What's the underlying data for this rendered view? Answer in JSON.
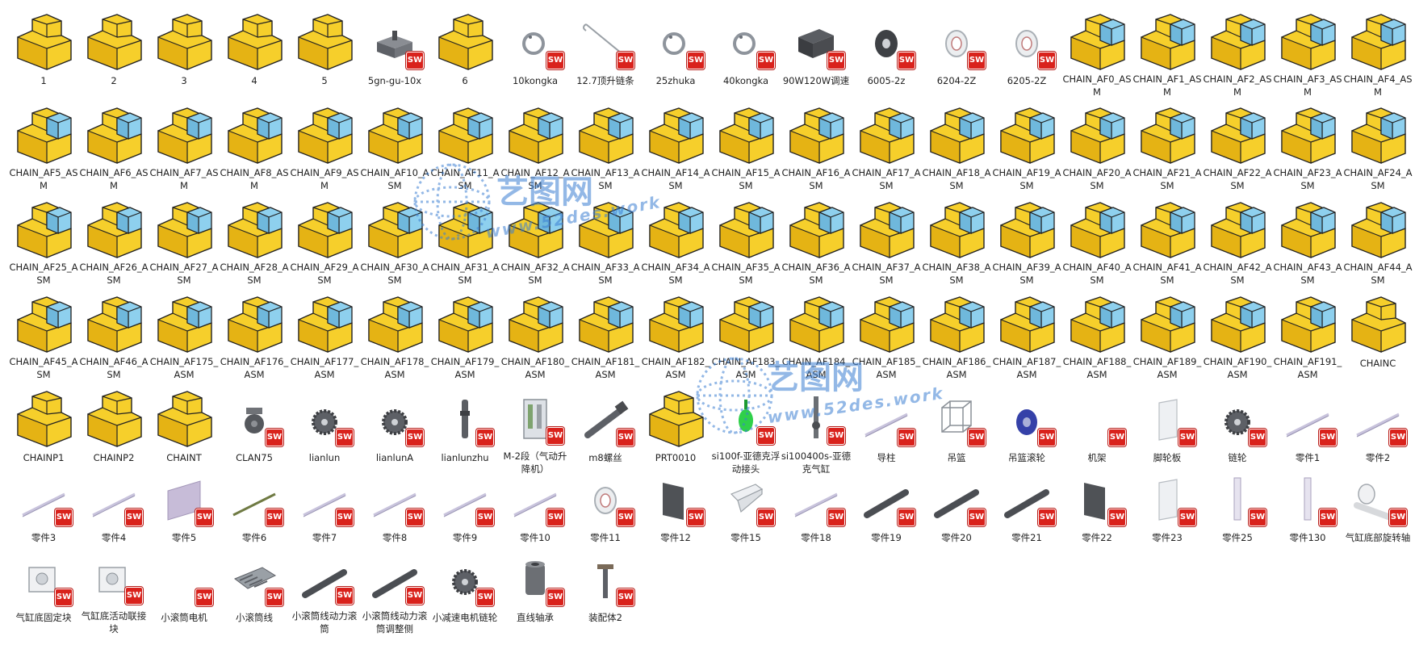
{
  "colors": {
    "folder_yellow": "#f6cf2b",
    "folder_side": "#e5b314",
    "cube_blue": "#8ed0ee",
    "badge_red": "#d9221c",
    "watermark_blue": "#3b7fd3"
  },
  "watermark": {
    "title": "艺图网",
    "url": "www.52des.work"
  },
  "rows": [
    [
      {
        "label": "1",
        "icon": "assembly-folder"
      },
      {
        "label": "2",
        "icon": "assembly-folder"
      },
      {
        "label": "3",
        "icon": "assembly-folder"
      },
      {
        "label": "4",
        "icon": "assembly-folder"
      },
      {
        "label": "5",
        "icon": "assembly-folder"
      },
      {
        "label": "5gn-gu-10x",
        "icon": "part-block",
        "badge": "SW"
      },
      {
        "label": "6",
        "icon": "assembly-folder"
      },
      {
        "label": "10kongka",
        "icon": "part-ring",
        "badge": "SW"
      },
      {
        "label": "12.7顶升链条",
        "icon": "part-chain",
        "badge": "SW"
      },
      {
        "label": "25zhuka",
        "icon": "part-ring",
        "badge": "SW"
      },
      {
        "label": "40kongka",
        "icon": "part-ring",
        "badge": "SW"
      },
      {
        "label": "90W120W调速",
        "icon": "part-motor",
        "badge": "SW"
      },
      {
        "label": "6005-2z",
        "icon": "part-bearing-dark",
        "badge": "SW"
      },
      {
        "label": "6204-2Z",
        "icon": "part-bearing",
        "badge": "SW"
      },
      {
        "label": "6205-2Z",
        "icon": "part-bearing",
        "badge": "SW"
      },
      {
        "label": "CHAIN_AF0_ASM",
        "icon": "assembly-cube"
      },
      {
        "label": "CHAIN_AF1_ASM",
        "icon": "assembly-cube"
      },
      {
        "label": "CHAIN_AF2_ASM",
        "icon": "assembly-cube"
      },
      {
        "label": "CHAIN_AF3_ASM",
        "icon": "assembly-cube"
      },
      {
        "label": "CHAIN_AF4_ASM",
        "icon": "assembly-cube"
      }
    ],
    [
      {
        "label": "CHAIN_AF5_ASM",
        "icon": "assembly-cube"
      },
      {
        "label": "CHAIN_AF6_ASM",
        "icon": "assembly-cube"
      },
      {
        "label": "CHAIN_AF7_ASM",
        "icon": "assembly-cube"
      },
      {
        "label": "CHAIN_AF8_ASM",
        "icon": "assembly-cube"
      },
      {
        "label": "CHAIN_AF9_ASM",
        "icon": "assembly-cube"
      },
      {
        "label": "CHAIN_AF10_ASM",
        "icon": "assembly-cube"
      },
      {
        "label": "CHAIN_AF11_ASM",
        "icon": "assembly-cube"
      },
      {
        "label": "CHAIN_AF12_ASM",
        "icon": "assembly-cube"
      },
      {
        "label": "CHAIN_AF13_ASM",
        "icon": "assembly-cube"
      },
      {
        "label": "CHAIN_AF14_ASM",
        "icon": "assembly-cube"
      },
      {
        "label": "CHAIN_AF15_ASM",
        "icon": "assembly-cube"
      },
      {
        "label": "CHAIN_AF16_ASM",
        "icon": "assembly-cube"
      },
      {
        "label": "CHAIN_AF17_ASM",
        "icon": "assembly-cube"
      },
      {
        "label": "CHAIN_AF18_ASM",
        "icon": "assembly-cube"
      },
      {
        "label": "CHAIN_AF19_ASM",
        "icon": "assembly-cube"
      },
      {
        "label": "CHAIN_AF20_ASM",
        "icon": "assembly-cube"
      },
      {
        "label": "CHAIN_AF21_ASM",
        "icon": "assembly-cube"
      },
      {
        "label": "CHAIN_AF22_ASM",
        "icon": "assembly-cube"
      },
      {
        "label": "CHAIN_AF23_ASM",
        "icon": "assembly-cube"
      },
      {
        "label": "CHAIN_AF24_ASM",
        "icon": "assembly-cube"
      }
    ],
    [
      {
        "label": "CHAIN_AF25_ASM",
        "icon": "assembly-cube"
      },
      {
        "label": "CHAIN_AF26_ASM",
        "icon": "assembly-cube"
      },
      {
        "label": "CHAIN_AF27_ASM",
        "icon": "assembly-cube"
      },
      {
        "label": "CHAIN_AF28_ASM",
        "icon": "assembly-cube"
      },
      {
        "label": "CHAIN_AF29_ASM",
        "icon": "assembly-cube"
      },
      {
        "label": "CHAIN_AF30_ASM",
        "icon": "assembly-cube"
      },
      {
        "label": "CHAIN_AF31_ASM",
        "icon": "assembly-cube"
      },
      {
        "label": "CHAIN_AF32_ASM",
        "icon": "assembly-cube"
      },
      {
        "label": "CHAIN_AF33_ASM",
        "icon": "assembly-cube"
      },
      {
        "label": "CHAIN_AF34_ASM",
        "icon": "assembly-cube"
      },
      {
        "label": "CHAIN_AF35_ASM",
        "icon": "assembly-cube"
      },
      {
        "label": "CHAIN_AF36_ASM",
        "icon": "assembly-cube"
      },
      {
        "label": "CHAIN_AF37_ASM",
        "icon": "assembly-cube"
      },
      {
        "label": "CHAIN_AF38_ASM",
        "icon": "assembly-cube"
      },
      {
        "label": "CHAIN_AF39_ASM",
        "icon": "assembly-cube"
      },
      {
        "label": "CHAIN_AF40_ASM",
        "icon": "assembly-cube"
      },
      {
        "label": "CHAIN_AF41_ASM",
        "icon": "assembly-cube"
      },
      {
        "label": "CHAIN_AF42_ASM",
        "icon": "assembly-cube"
      },
      {
        "label": "CHAIN_AF43_ASM",
        "icon": "assembly-cube"
      },
      {
        "label": "CHAIN_AF44_ASM",
        "icon": "assembly-cube"
      }
    ],
    [
      {
        "label": "CHAIN_AF45_ASM",
        "icon": "assembly-cube"
      },
      {
        "label": "CHAIN_AF46_ASM",
        "icon": "assembly-cube"
      },
      {
        "label": "CHAIN_AF175_ASM",
        "icon": "assembly-cube"
      },
      {
        "label": "CHAIN_AF176_ASM",
        "icon": "assembly-cube"
      },
      {
        "label": "CHAIN_AF177_ASM",
        "icon": "assembly-cube"
      },
      {
        "label": "CHAIN_AF178_ASM",
        "icon": "assembly-cube"
      },
      {
        "label": "CHAIN_AF179_ASM",
        "icon": "assembly-cube"
      },
      {
        "label": "CHAIN_AF180_ASM",
        "icon": "assembly-cube"
      },
      {
        "label": "CHAIN_AF181_ASM",
        "icon": "assembly-cube"
      },
      {
        "label": "CHAIN_AF182_ASM",
        "icon": "assembly-cube"
      },
      {
        "label": "CHAIN_AF183_ASM",
        "icon": "assembly-cube"
      },
      {
        "label": "CHAIN_AF184_ASM",
        "icon": "assembly-cube"
      },
      {
        "label": "CHAIN_AF185_ASM",
        "icon": "assembly-cube"
      },
      {
        "label": "CHAIN_AF186_ASM",
        "icon": "assembly-cube"
      },
      {
        "label": "CHAIN_AF187_ASM",
        "icon": "assembly-cube"
      },
      {
        "label": "CHAIN_AF188_ASM",
        "icon": "assembly-cube"
      },
      {
        "label": "CHAIN_AF189_ASM",
        "icon": "assembly-cube"
      },
      {
        "label": "CHAIN_AF190_ASM",
        "icon": "assembly-cube"
      },
      {
        "label": "CHAIN_AF191_ASM",
        "icon": "assembly-cube"
      },
      {
        "label": "CHAINC",
        "icon": "assembly-folder"
      }
    ],
    [
      {
        "label": "CHAINP1",
        "icon": "assembly-folder"
      },
      {
        "label": "CHAINP2",
        "icon": "assembly-folder"
      },
      {
        "label": "CHAINT",
        "icon": "assembly-folder"
      },
      {
        "label": "CLAN75",
        "icon": "part-caster",
        "badge": "SW"
      },
      {
        "label": "lianlun",
        "icon": "part-gear",
        "badge": "SW"
      },
      {
        "label": "lianlunA",
        "icon": "part-gear",
        "badge": "SW"
      },
      {
        "label": "lianlunzhu",
        "icon": "part-shaft-vertical",
        "badge": "SW"
      },
      {
        "label": "M-2段（气动升降机）",
        "icon": "part-machine",
        "badge": "SW"
      },
      {
        "label": "m8螺丝",
        "icon": "part-bolt",
        "badge": "SW"
      },
      {
        "label": "PRT0010",
        "icon": "assembly-folder"
      },
      {
        "label": "si100f-亚德克浮动接头",
        "icon": "part-green",
        "badge": "SW"
      },
      {
        "label": "si100400s-亚德克气缸",
        "icon": "part-cylinder",
        "badge": "SW"
      },
      {
        "label": "导柱",
        "icon": "part-rod",
        "badge": "SW"
      },
      {
        "label": "吊篮",
        "icon": "part-frame",
        "badge": "SW"
      },
      {
        "label": "吊篮滚轮",
        "icon": "part-wheel",
        "badge": "SW"
      },
      {
        "label": "机架",
        "icon": "part-blank",
        "badge": "SW"
      },
      {
        "label": "脚轮板",
        "icon": "part-plate-light",
        "badge": "SW"
      },
      {
        "label": "链轮",
        "icon": "part-gear",
        "badge": "SW"
      },
      {
        "label": "零件1",
        "icon": "part-rod",
        "badge": "SW"
      },
      {
        "label": "零件2",
        "icon": "part-rod",
        "badge": "SW"
      }
    ],
    [
      {
        "label": "零件3",
        "icon": "part-rod",
        "badge": "SW"
      },
      {
        "label": "零件4",
        "icon": "part-rod",
        "badge": "SW"
      },
      {
        "label": "零件5",
        "icon": "part-plate-purple",
        "badge": "SW"
      },
      {
        "label": "零件6",
        "icon": "part-rod-green",
        "badge": "SW"
      },
      {
        "label": "零件7",
        "icon": "part-rod",
        "badge": "SW"
      },
      {
        "label": "零件8",
        "icon": "part-rod",
        "badge": "SW"
      },
      {
        "label": "零件9",
        "icon": "part-rod",
        "badge": "SW"
      },
      {
        "label": "零件10",
        "icon": "part-rod",
        "badge": "SW"
      },
      {
        "label": "零件11",
        "icon": "part-bearing",
        "badge": "SW"
      },
      {
        "label": "零件12",
        "icon": "part-plate-dark",
        "badge": "SW"
      },
      {
        "label": "零件15",
        "icon": "part-bracket",
        "badge": "SW"
      },
      {
        "label": "零件18",
        "icon": "part-rod",
        "badge": "SW"
      },
      {
        "label": "零件19",
        "icon": "part-bar-dark",
        "badge": "SW"
      },
      {
        "label": "零件20",
        "icon": "part-bar-dark",
        "badge": "SW"
      },
      {
        "label": "零件21",
        "icon": "part-bar-dark",
        "badge": "SW"
      },
      {
        "label": "零件22",
        "icon": "part-plate-dark",
        "badge": "SW"
      },
      {
        "label": "零件23",
        "icon": "part-plate-light",
        "badge": "SW"
      },
      {
        "label": "零件25",
        "icon": "part-post",
        "badge": "SW"
      },
      {
        "label": "零件130",
        "icon": "part-post",
        "badge": "SW"
      },
      {
        "label": "气缸底部旋转轴",
        "icon": "part-swivel",
        "badge": "SW"
      }
    ],
    [
      {
        "label": "气缸底固定块",
        "icon": "part-mount",
        "badge": "SW"
      },
      {
        "label": "气缸底活动联接块",
        "icon": "part-mount",
        "badge": "SW"
      },
      {
        "label": "小滚筒电机",
        "icon": "part-blank",
        "badge": "SW"
      },
      {
        "label": "小滚筒线",
        "icon": "part-conveyor",
        "badge": "SW"
      },
      {
        "label": "小滚筒线动力滚筒",
        "icon": "part-bar-dark",
        "badge": "SW"
      },
      {
        "label": "小滚筒线动力滚筒调整侧",
        "icon": "part-bar-dark",
        "badge": "SW"
      },
      {
        "label": "小减速电机链轮",
        "icon": "part-gear",
        "badge": "SW"
      },
      {
        "label": "直线轴承",
        "icon": "part-sleeve",
        "badge": "SW"
      },
      {
        "label": "装配体2",
        "icon": "part-assy-small",
        "badge": "SW"
      }
    ]
  ]
}
